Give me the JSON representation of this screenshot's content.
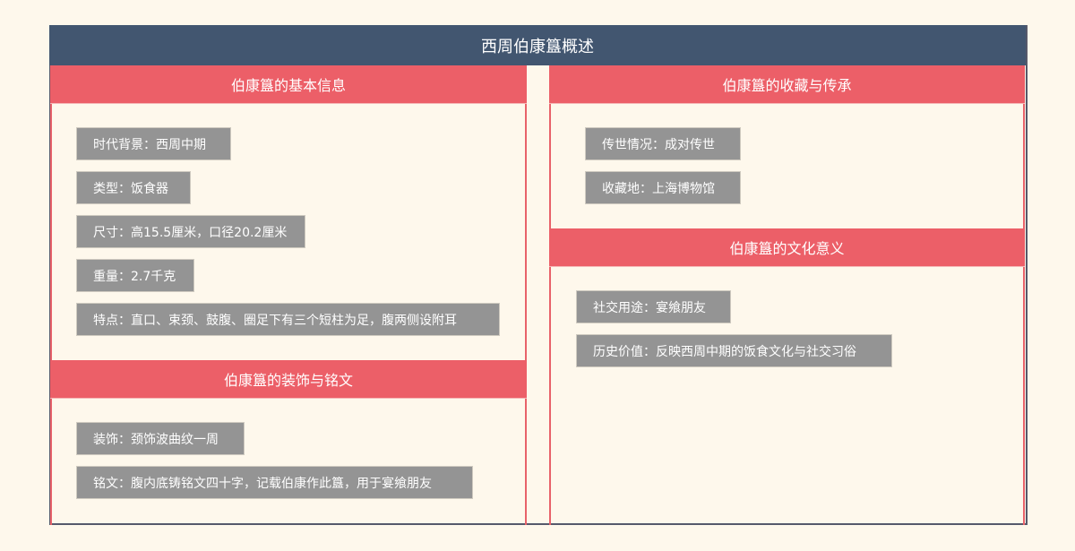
{
  "title": "西周伯康簋概述",
  "colors": {
    "header_bg": "#425670",
    "section_bg": "#ec5f68",
    "item_bg": "#949494",
    "page_bg": "#fef8ec",
    "column_border": "#e8626a"
  },
  "left_column": {
    "sections": [
      {
        "title": "伯康簋的基本信息",
        "items": [
          "时代背景：西周中期",
          "类型：饭食器",
          "尺寸：高15.5厘米，口径20.2厘米",
          "重量：2.7千克",
          "特点：直口、束颈、鼓腹、圈足下有三个短柱为足，腹两侧设附耳"
        ]
      },
      {
        "title": "伯康簋的装饰与铭文",
        "items": [
          "装饰：颈饰波曲纹一周",
          "铭文：腹内底铸铭文四十字，记载伯康作此簋，用于宴飨朋友"
        ]
      }
    ]
  },
  "right_column": {
    "sections": [
      {
        "title": "伯康簋的收藏与传承",
        "items": [
          "传世情况：成对传世",
          "收藏地：上海博物馆"
        ]
      },
      {
        "title": "伯康簋的文化意义",
        "items": [
          "社交用途：宴飨朋友",
          "历史价值：反映西周中期的饭食文化与社交习俗"
        ]
      }
    ]
  }
}
